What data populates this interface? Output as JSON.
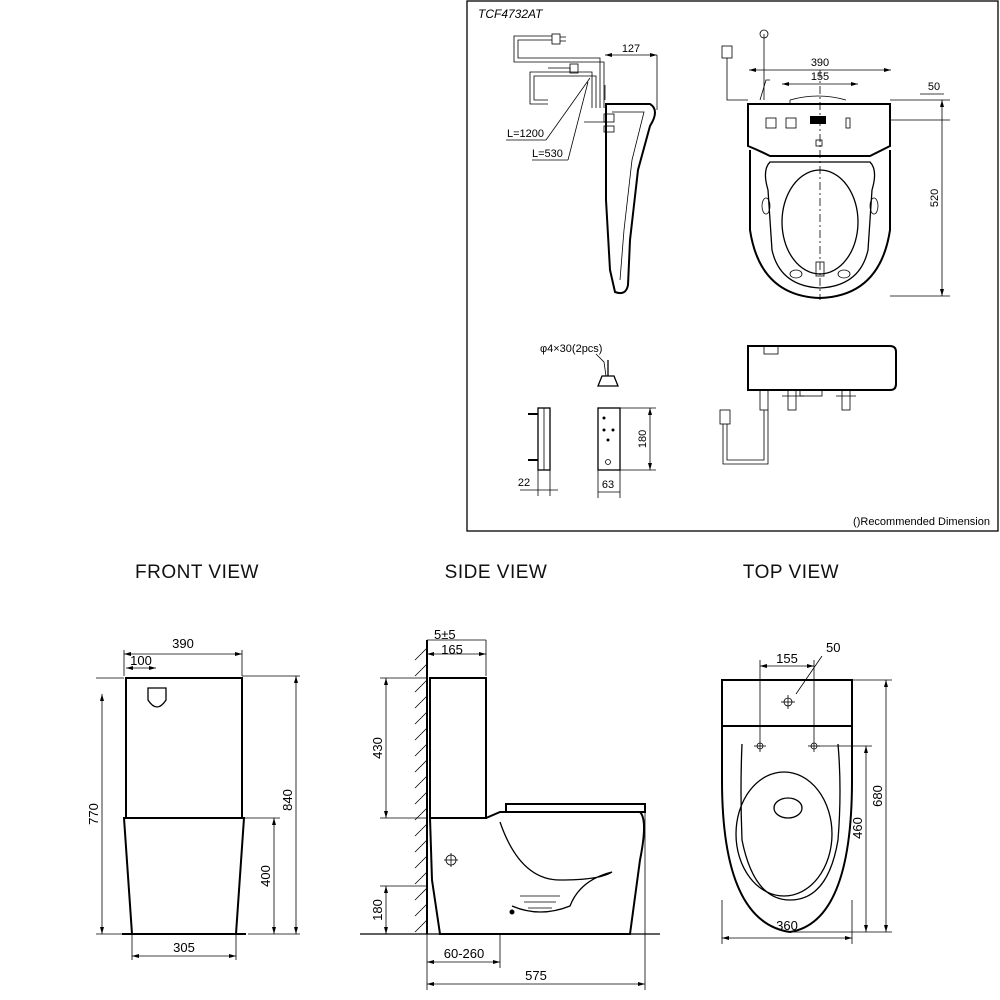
{
  "seat_panel": {
    "model": "TCF4732AT",
    "note": "()Recommended Dimension",
    "dims": {
      "d127": "127",
      "d390": "390",
      "d155": "155",
      "d50": "50",
      "d520": "520",
      "cord_long": "L=1200",
      "cord_short": "L=530",
      "screw": "φ4×30(2pcs)",
      "plate_h": "180",
      "plate_side": "22",
      "plate_w": "63"
    }
  },
  "front_view": {
    "title": "FRONT VIEW",
    "dims": {
      "width": "390",
      "button": "100",
      "height_total": "770",
      "height_tank": "840",
      "bowl_h": "400",
      "base": "305"
    }
  },
  "side_view": {
    "title": "SIDE VIEW",
    "dims": {
      "gap": "5±5",
      "tank_depth": "165",
      "tank_h": "430",
      "outlet_h": "180",
      "rough_in": "60-260",
      "length": "575"
    }
  },
  "top_view": {
    "title": "TOP VIEW",
    "dims": {
      "d155": "155",
      "d50": "50",
      "depth": "680",
      "hole_to_front": "460",
      "width": "360"
    }
  }
}
